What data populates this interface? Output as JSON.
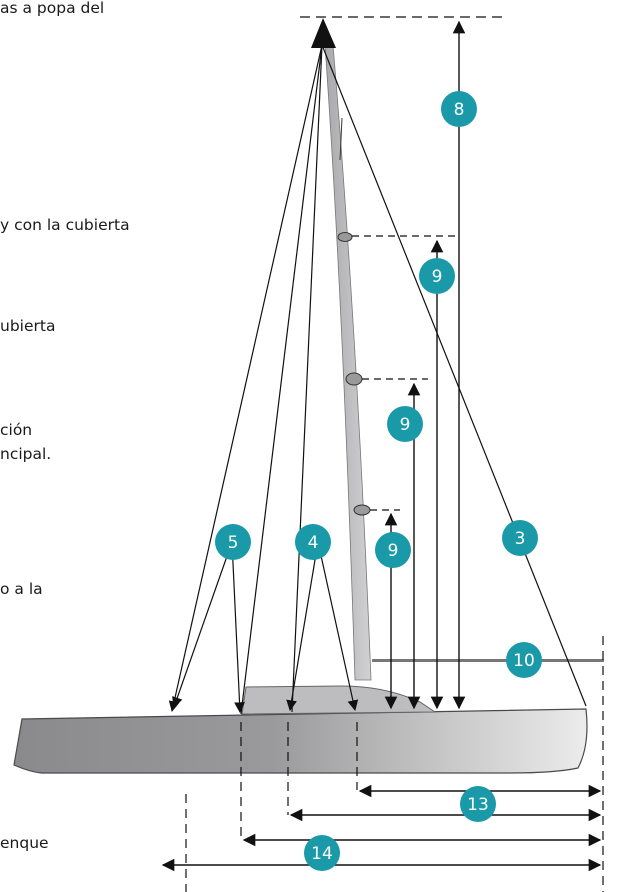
{
  "text": {
    "t1": "as a popa del",
    "t2": "y con la cubierta",
    "t3": "ubierta",
    "t4a": "ción",
    "t4b": "ncipal.",
    "t5": "o a la",
    "t6": "enque"
  },
  "badges": {
    "b8": "8",
    "b9a": "9",
    "b9b": "9",
    "b9c": "9",
    "b5": "5",
    "b4": "4",
    "b3": "3",
    "b10": "10",
    "b13": "13",
    "b14": "14"
  },
  "colors": {
    "badge": "#1a9aa8",
    "hull_dark": "#8c8c8e",
    "hull_light": "#e6e6e6",
    "mast": "#b9b9bb",
    "line": "#111111"
  }
}
